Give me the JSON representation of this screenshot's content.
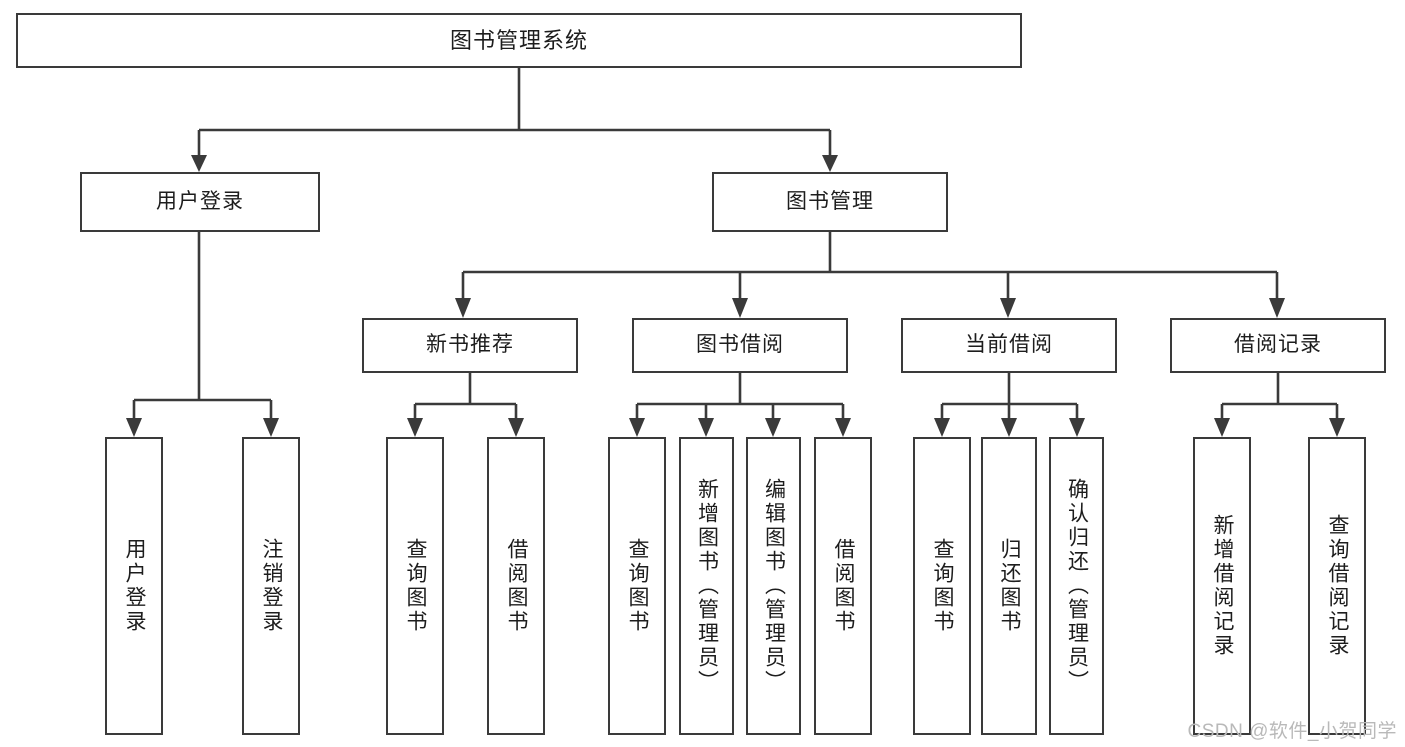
{
  "diagram": {
    "title": "图书管理系统",
    "type": "function-structure-tree",
    "colors": {
      "background": "#ffffff",
      "box_fill": "#ffffff",
      "box_border": "#3a3a3a",
      "connector": "#3a3a3a",
      "text": "#1d1d1d",
      "watermark": "#b9b9b9"
    }
  },
  "root": {
    "label": "图书管理系统"
  },
  "level2": [
    {
      "label": "用户登录"
    },
    {
      "label": "图书管理"
    }
  ],
  "level3": [
    {
      "label": "新书推荐"
    },
    {
      "label": "图书借阅"
    },
    {
      "label": "当前借阅"
    },
    {
      "label": "借阅记录"
    }
  ],
  "leaves": {
    "user_login": [
      {
        "label": "用户登录"
      },
      {
        "label": "注销登录"
      }
    ],
    "new_book_recommend": [
      {
        "label": "查询图书"
      },
      {
        "label": "借阅图书"
      }
    ],
    "book_borrow": [
      {
        "label": "查询图书"
      },
      {
        "label": "新增图书（管理员）"
      },
      {
        "label": "编辑图书（管理员）"
      },
      {
        "label": "借阅图书"
      }
    ],
    "current_borrow": [
      {
        "label": "查询图书"
      },
      {
        "label": "归还图书"
      },
      {
        "label": "确认归还（管理员）"
      }
    ],
    "borrow_record": [
      {
        "label": "新增借阅记录"
      },
      {
        "label": "查询借阅记录"
      }
    ]
  },
  "watermark": {
    "text": "CSDN @软件_小贺同学"
  }
}
